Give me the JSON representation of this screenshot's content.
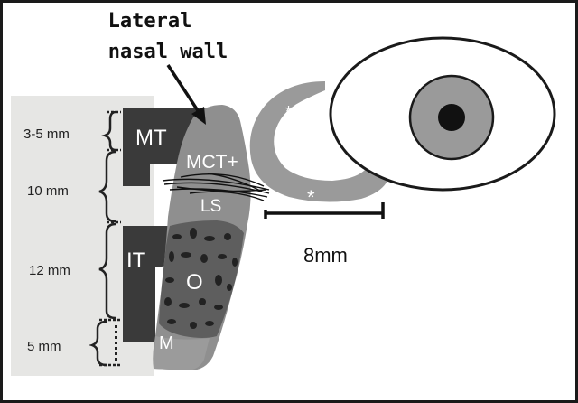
{
  "header": {
    "line1": "Lateral",
    "line2": "nasal wall"
  },
  "structures": {
    "middle_turbinate": "MT",
    "inferior_turbinate": "IT",
    "mct": "MCT+",
    "ls": "LS",
    "o": "O",
    "m": "M",
    "asterisk_top": "*",
    "asterisk_bottom": "*"
  },
  "measurements": {
    "m1": "3-5 mm",
    "m2": "10 mm",
    "m3": "12 mm",
    "m4": "5 mm",
    "width": "8mm"
  },
  "colors": {
    "frame": "#1a1a1a",
    "turbinate": "#3a3a3a",
    "tissue": "#8f8f8f",
    "iris": "#9a9a9a",
    "pupil": "#111111",
    "photo_bg": "#e6e6e4"
  }
}
